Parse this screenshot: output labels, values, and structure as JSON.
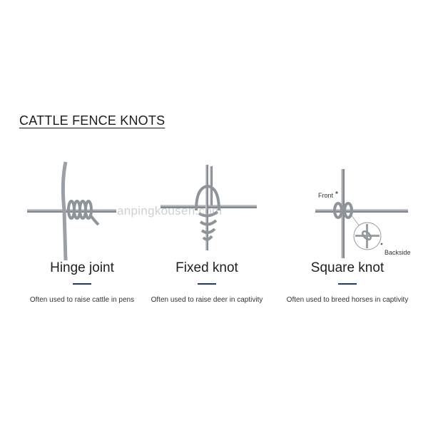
{
  "title": "CATTLE FENCE KNOTS",
  "watermark": "anpingkousen.com",
  "knots": [
    {
      "name": "Hinge joint",
      "description": "Often used to raise cattle in pens"
    },
    {
      "name": "Fixed knot",
      "description": "Often used to raise deer in captivity"
    },
    {
      "name": "Square knot",
      "description": "Often used to breed horses in captivity",
      "labels": {
        "front": "Front",
        "backside": "Backside"
      }
    }
  ],
  "colors": {
    "wire": "#8f9499",
    "wire_light": "#c9ccd0",
    "accent_bar": "#1f3b73"
  }
}
